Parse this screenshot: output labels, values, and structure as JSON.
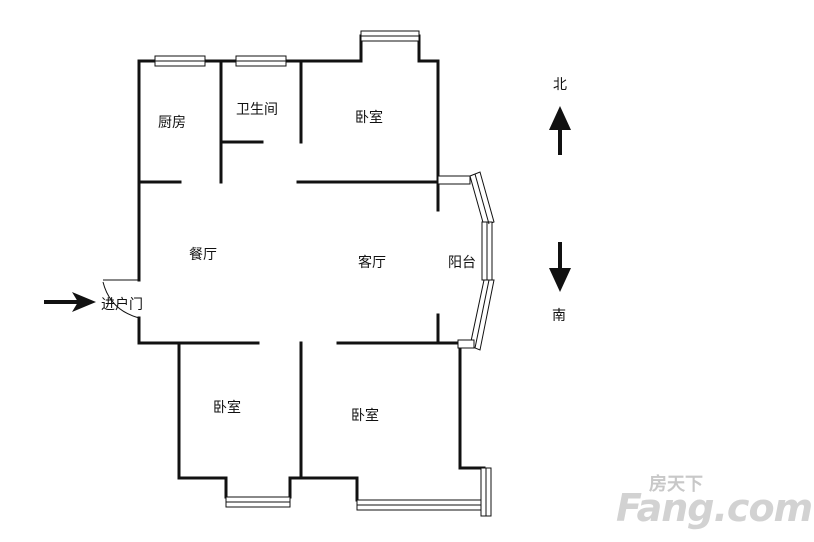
{
  "rooms": {
    "kitchen": "厨房",
    "bathroom": "卫生间",
    "bedroom_north": "卧室",
    "dining": "餐厅",
    "living": "客厅",
    "balcony": "阳台",
    "bedroom_southwest": "卧室",
    "bedroom_southeast": "卧室"
  },
  "entrance": {
    "label": "进户门"
  },
  "compass": {
    "north": "北",
    "south": "南"
  },
  "watermark": {
    "brand_cn": "房天下",
    "brand_en": "Fang.com"
  }
}
